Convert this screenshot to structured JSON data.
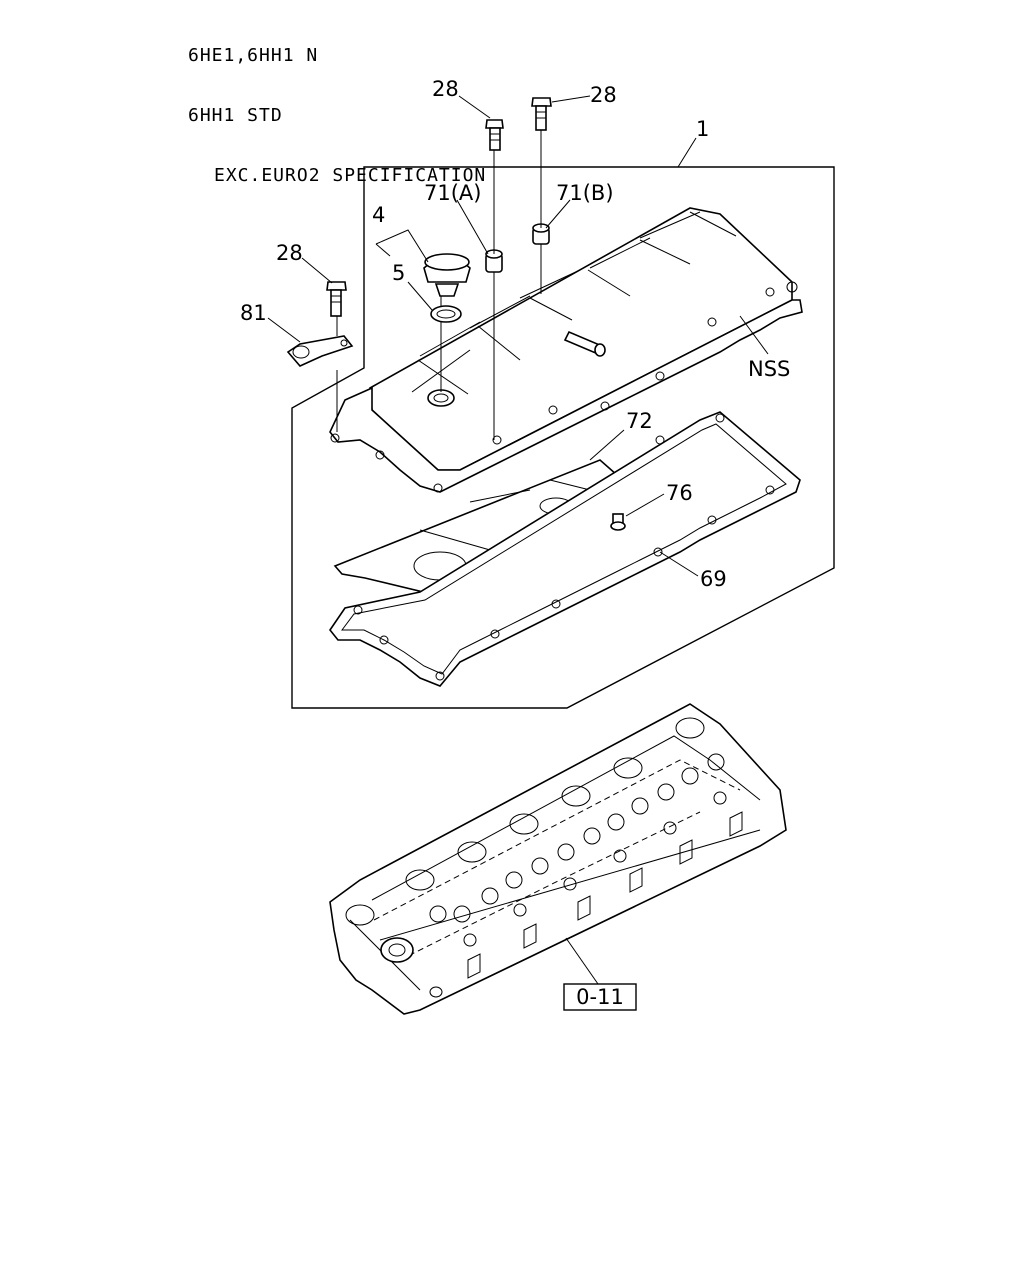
{
  "header": {
    "line1": "6HE1,6HH1 N",
    "line2": "6HH1 STD",
    "line3": "EXC.EURO2 SPECIFICATION"
  },
  "callouts": {
    "c28_top_left": "28",
    "c28_top_right": "28",
    "c1": "1",
    "c71a": "71(A)",
    "c71b": "71(B)",
    "c4": "4",
    "c28_left": "28",
    "c5": "5",
    "c81": "81",
    "cNSS": "NSS",
    "c72": "72",
    "c76": "76",
    "c69": "69",
    "ref": "0-11"
  }
}
